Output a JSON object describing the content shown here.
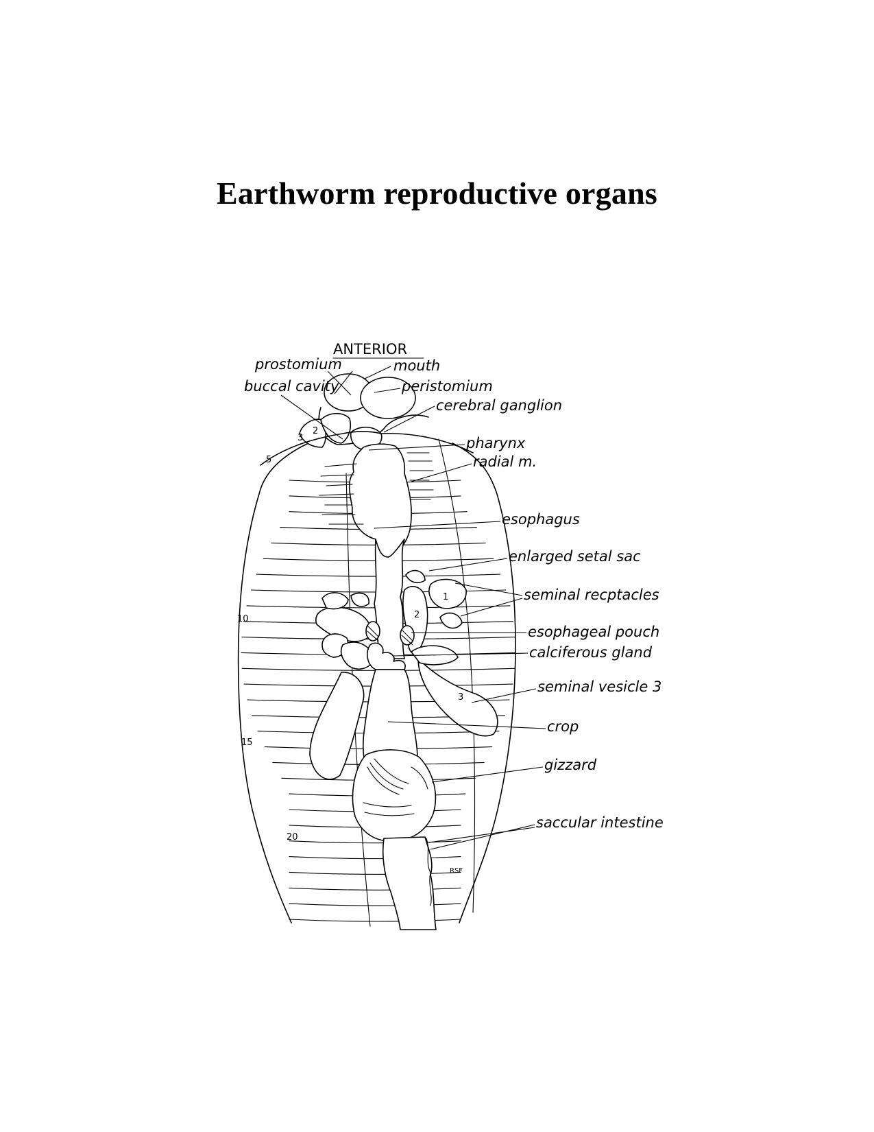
{
  "page": {
    "title": "Earthworm reproductive organs"
  },
  "diagram": {
    "orientation_label": "ANTERIOR",
    "labels": {
      "prostomium": "prostomium",
      "mouth": "mouth",
      "buccal_cavity": "buccal cavity",
      "peristomium": "peristomium",
      "cerebral_ganglion": "cerebral ganglion",
      "pharynx": "pharynx",
      "radial_m": "radial m.",
      "esophagus": "esophagus",
      "enlarged_setal_sac": "enlarged setal sac",
      "seminal_receptacles": "seminal recptacles",
      "esophageal_pouch": "esophageal pouch",
      "calciferous_gland": "calciferous gland",
      "seminal_vesicle_3": "seminal vesicle 3",
      "crop": "crop",
      "gizzard": "gizzard",
      "saccular_intestine": "saccular intestine"
    },
    "segment_numbers": [
      "2",
      "3",
      "5",
      "10",
      "15",
      "20"
    ],
    "vesicle_numbers": [
      "1",
      "2",
      "3"
    ],
    "artist_initials": "RSF"
  }
}
